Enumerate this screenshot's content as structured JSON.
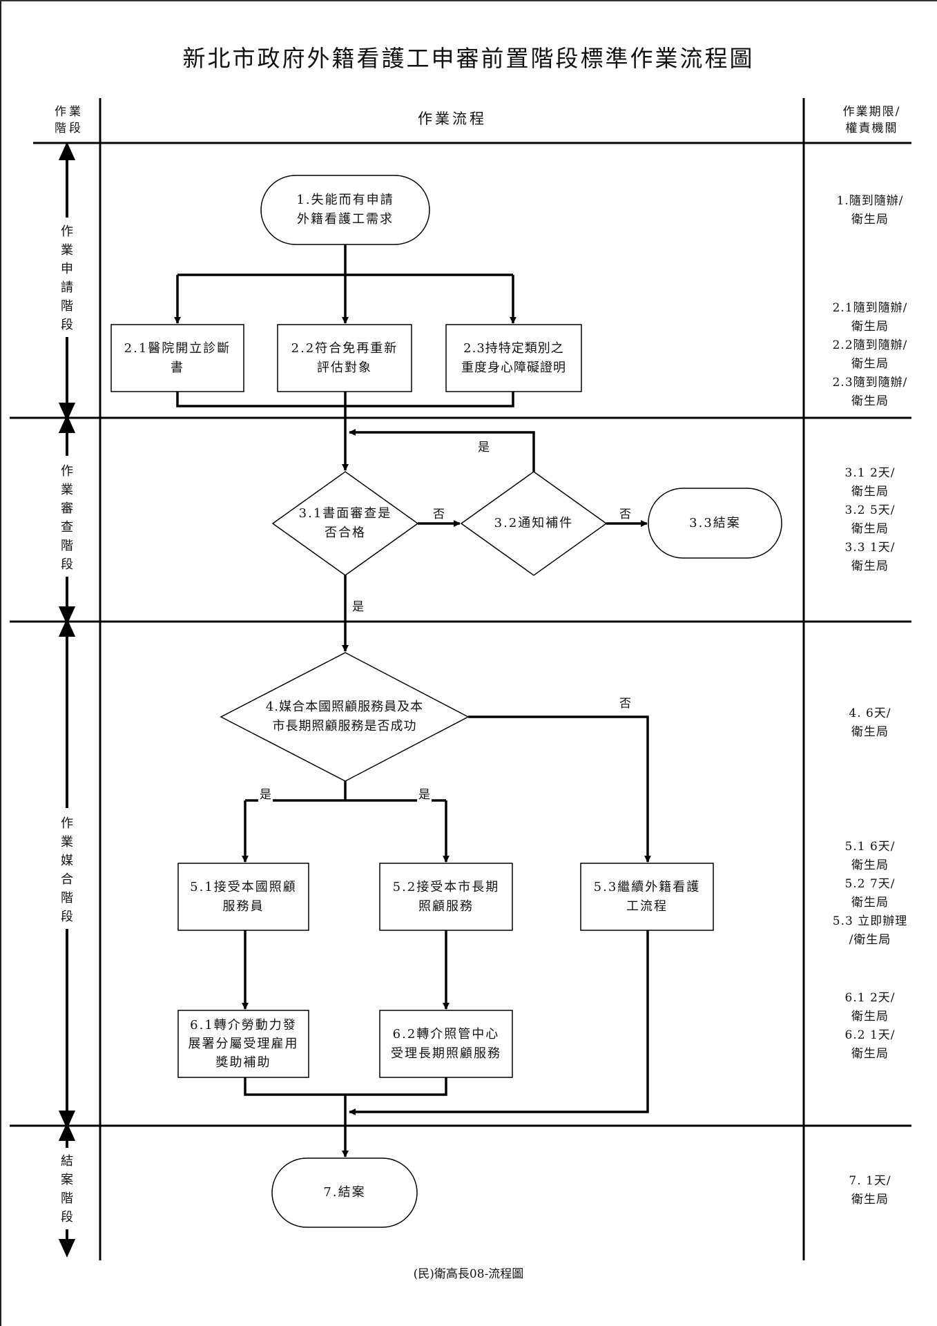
{
  "title": "新北市政府外籍看護工申審前置階段標準作業流程圖",
  "header": {
    "stage_col": "作業\n階段",
    "stage_col_line1": "作業",
    "stage_col_line2": "階段",
    "flow_col": "作業流程",
    "deadline_col_line1": "作業期限/",
    "deadline_col_line2": "權責機關"
  },
  "stages": [
    {
      "name": "application",
      "label": "作業申請階段"
    },
    {
      "name": "review",
      "label": "作業審查階段"
    },
    {
      "name": "matching",
      "label": "作業媒合階段"
    },
    {
      "name": "closing",
      "label": "結案階段"
    }
  ],
  "nodes": {
    "n1": {
      "type": "terminal",
      "line1": "1.失能而有申請",
      "line2": "外籍看護工需求"
    },
    "n21": {
      "type": "process",
      "line1": "2.1醫院開立診斷",
      "line2": "書"
    },
    "n22": {
      "type": "process",
      "line1": "2.2符合免再重新",
      "line2": "評估對象"
    },
    "n23": {
      "type": "process",
      "line1": "2.3持特定類別之",
      "line2": "重度身心障礙證明"
    },
    "n31": {
      "type": "decision",
      "line1": "3.1書面審查是",
      "line2": "否合格"
    },
    "n32": {
      "type": "decision",
      "line1": "3.2通知補件",
      "line2": ""
    },
    "n33": {
      "type": "terminal",
      "line1": "3.3結案",
      "line2": ""
    },
    "n4": {
      "type": "decision",
      "line1": "4.媒合本國照顧服務員及本",
      "line2": "市長期照顧服務是否成功"
    },
    "n51": {
      "type": "process",
      "line1": "5.1接受本國照顧",
      "line2": "服務員"
    },
    "n52": {
      "type": "process",
      "line1": "5.2接受本市長期",
      "line2": "照顧服務"
    },
    "n53": {
      "type": "process",
      "line1": "5.3繼續外籍看護",
      "line2": "工流程"
    },
    "n61": {
      "type": "process",
      "line1": "6.1轉介勞動力發",
      "line2": "展署分屬受理雇用",
      "line3": "獎助補助"
    },
    "n62": {
      "type": "process",
      "line1": "6.2轉介照管中心",
      "line2": "受理長期照顧服務"
    },
    "n7": {
      "type": "terminal",
      "line1": "7.結案",
      "line2": ""
    }
  },
  "edge_labels": {
    "yes": "是",
    "no": "否"
  },
  "deadlines": [
    {
      "id": "d1",
      "text": "1.隨到隨辦/\n衛生局"
    },
    {
      "id": "d2",
      "text": "2.1隨到隨辦/\n衛生局\n2.2隨到隨辦/\n衛生局\n2.3隨到隨辦/\n衛生局"
    },
    {
      "id": "d3",
      "text": "3.1 2天/\n衛生局\n3.2 5天/\n衛生局\n3.3 1天/\n衛生局"
    },
    {
      "id": "d4",
      "text": "4. 6天/\n衛生局"
    },
    {
      "id": "d5",
      "text": "5.1 6天/\n衛生局\n5.2 7天/\n衛生局\n5.3 立即辦理\n/衛生局"
    },
    {
      "id": "d6",
      "text": "6.1 2天/\n衛生局\n6.2 1天/\n衛生局"
    },
    {
      "id": "d7",
      "text": "7. 1天/\n衛生局"
    }
  ],
  "footer": "(民)衛高長08-流程圖"
}
